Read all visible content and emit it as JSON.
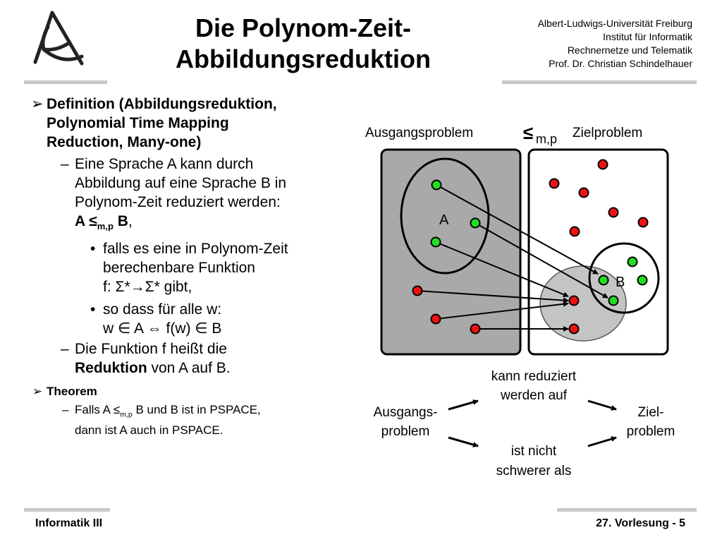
{
  "header": {
    "title_line1": "Die Polynom-Zeit-",
    "title_line2": "Abbildungsreduktion",
    "institution": [
      "Albert-Ludwigs-Universität Freiburg",
      "Institut für Informatik",
      "Rechnernetze und Telematik",
      "Prof. Dr. Christian Schindelhauer"
    ]
  },
  "content": {
    "definition_heading": [
      "Definition (Abbildungsreduktion,",
      "Polynomial Time Mapping",
      "Reduction, Many-one)"
    ],
    "def_item1": [
      "Eine Sprache A kann durch",
      "Abbildung auf eine Sprache B in",
      "Polynom-Zeit reduziert werden:"
    ],
    "def_item1_formula": {
      "left": "A ",
      "le": "≤",
      "sub": "m,p",
      "right": " B",
      "comma": ","
    },
    "sub_item1": [
      "falls es eine in Polynom-Zeit",
      "berechenbare Funktion"
    ],
    "sub_item1_formula": "f: Σ*→Σ*  gibt,",
    "sub_item2": "so dass für alle w:",
    "sub_item2_formula": "w ∈ A  ⇔  f(w) ∈ B",
    "def_item2_line1": "Die Funktion f heißt die",
    "def_item2_bold": "Reduktion",
    "def_item2_rest": " von A auf B.",
    "theorem_heading": "Theorem",
    "theorem_item_pre": "Falls A ",
    "theorem_item_le": "≤",
    "theorem_item_sub": "m,p",
    "theorem_item_post": " B und B ist in PSPACE,",
    "theorem_item_line2": "dann ist A auch in PSPACE.",
    "bullet_arrow": "➢",
    "dash": "–",
    "dot": "•"
  },
  "diagram": {
    "source_label": "Ausgangsproblem",
    "relation_le": "≤",
    "relation_sub": "m,p",
    "target_label": "Zielproblem",
    "set_a": "A",
    "set_b": "B",
    "colors": {
      "green": "#22dd22",
      "red": "#ee1111",
      "gray_box": "#a9a9a9",
      "image_fill": "#c4c4c4"
    }
  },
  "legend": {
    "source": [
      "Ausgangs-",
      "problem"
    ],
    "reduces": [
      "kann reduziert",
      "werden auf"
    ],
    "not_harder": [
      "ist nicht",
      "schwerer als"
    ],
    "target": [
      "Ziel-",
      "problem"
    ]
  },
  "footer": {
    "left": "Informatik III",
    "right": "27. Vorlesung - 5"
  }
}
